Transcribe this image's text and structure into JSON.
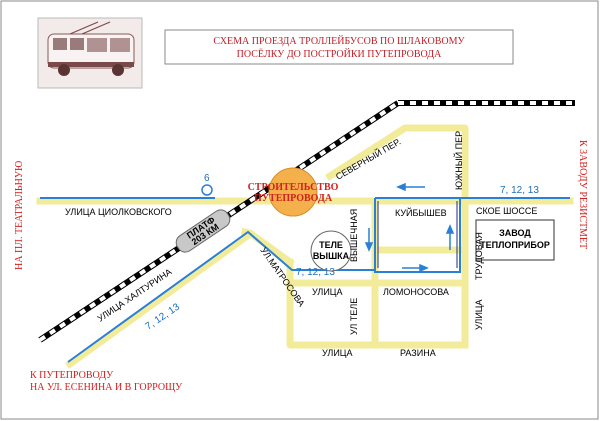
{
  "title": {
    "line1": "СХЕМА ПРОЕЗДА ТРОЛЛЕЙБУСОВ ПО ШЛАКОВОМУ",
    "line2": "ПОСЁЛКУ ДО ПОСТРОЙКИ ПУТЕПРОВОДА"
  },
  "streets": {
    "tsiolkovskogo": "УЛИЦА ЦИОЛКОВСКОГО",
    "severny": "СЕВЕРНЫЙ ПЕР.",
    "khaltturina": "УЛИЦА ХАЛТУРИНА",
    "matrosova": "УЛ.МАТРОСОВА",
    "vyshechnaya": "ВЫШЕЧНАЯ",
    "kuibysheva": "КУЙБЫШЕВ",
    "sk_shosse": "СКОЕ ШОССЕ",
    "yuzhny": "ЮЖНЫЙ ПЕР",
    "trudovaya": "ТРУДОВАЯ",
    "ulitsa_trud": "УЛИЦА",
    "ulitsa_lom": "УЛИЦА",
    "lomonosova": "ЛОМОНОСОВА",
    "ul_tele": "УЛ ТЕЛЕ",
    "ulitsa_razina": "УЛИЦА",
    "razina": "РАЗИНА"
  },
  "places": {
    "construction_line1": "СТРОИТЕЛЬСТВО",
    "construction_line2": "ПУТЕПРОВОДА",
    "tower_line1": "ТЕЛЕ",
    "tower_line2": "ВЫШКА",
    "platform_line1": "ПЛАТФ",
    "platform_line2": "203 КМ",
    "factory_line1": "ЗАВОД",
    "factory_line2": "ТЕПЛОПРИБОР"
  },
  "routes": {
    "route_6": "6",
    "route_east": "7, 12, 13",
    "route_mid": "7, 12, 13",
    "route_sw": "7, 12, 13"
  },
  "directions": {
    "west": "НА ПЛ. ТЕАТРАЛЬНУЮ",
    "east": "К ЗАВОДУ РЕЗИСТМЕТ",
    "sw_line1": "К ПУТЕПРОВОДУ",
    "sw_line2": "НА УЛ. ЕСЕНИНА И В ГОРРОЩУ"
  },
  "colors": {
    "road": "#f2ec9a",
    "route": "#2a7fd6",
    "route_dark": "#1c2a8c",
    "title_text": "#c0202a",
    "construction": "#f4b04a"
  },
  "icons": {
    "trolleybus": "trolleybus-image"
  }
}
